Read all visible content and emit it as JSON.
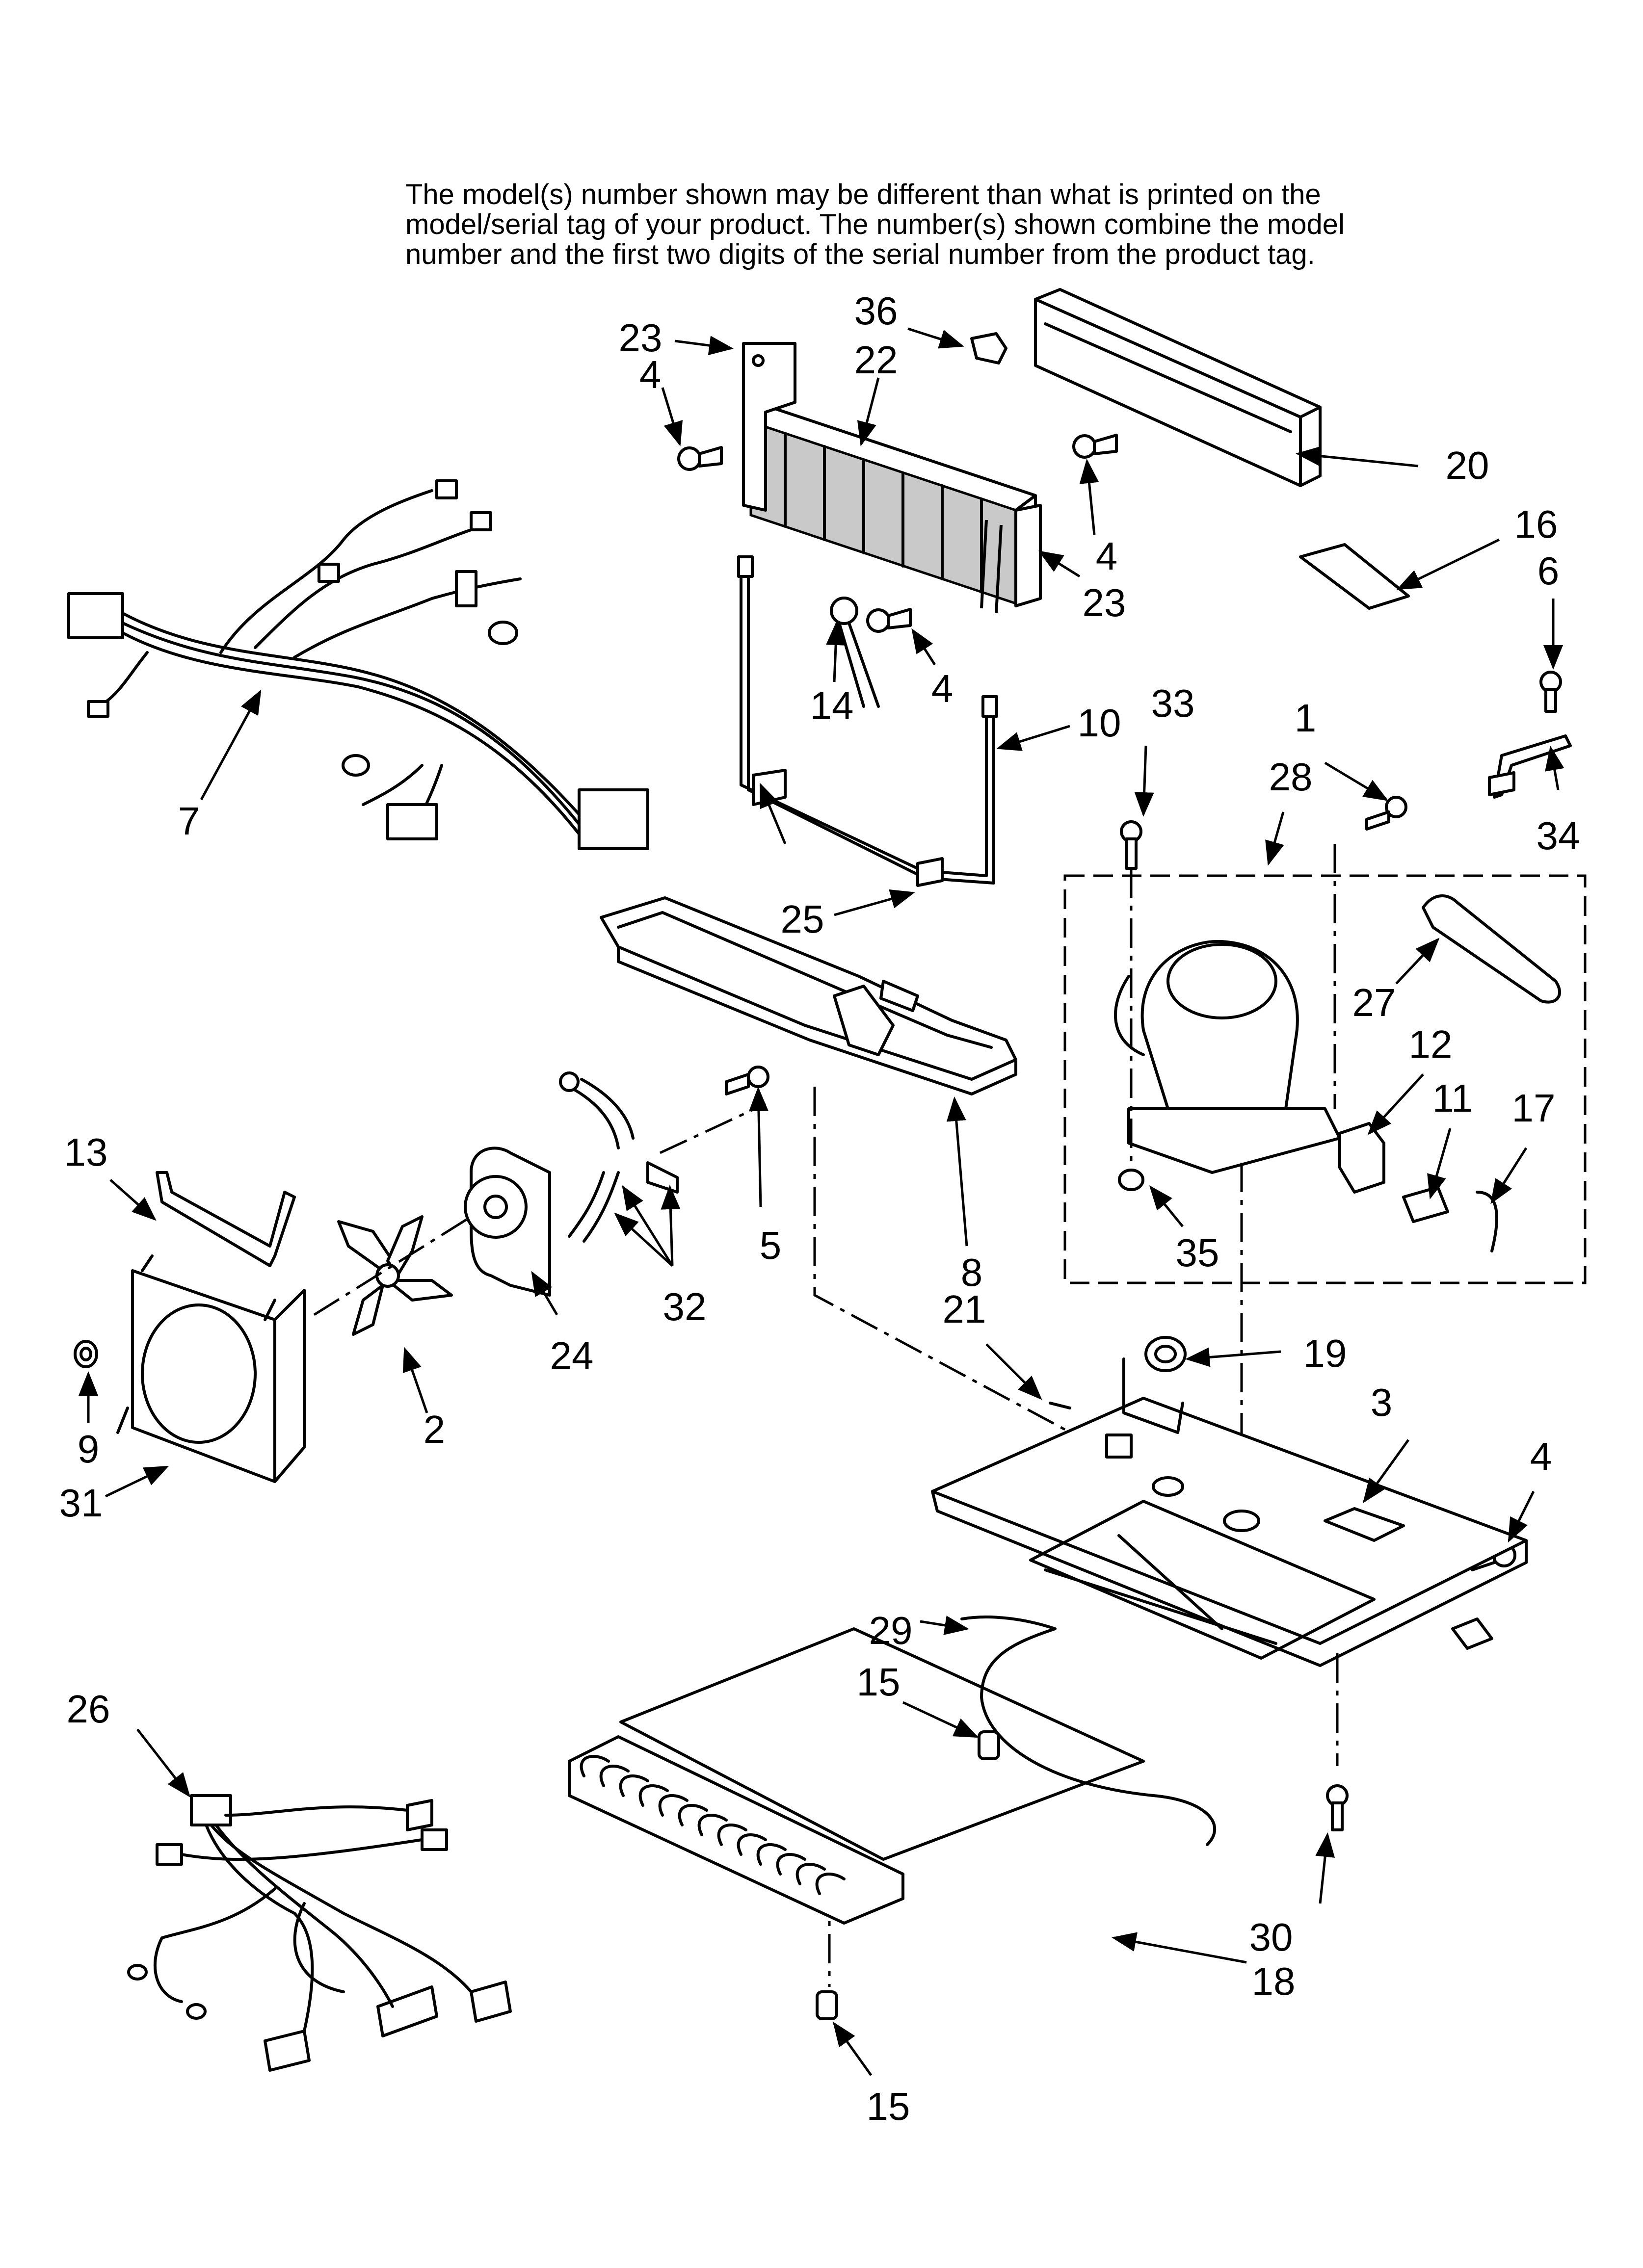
{
  "note": {
    "lines": [
      "The model(s) number shown may be different than what is printed on the",
      "model/serial tag of your product. The number(s) shown combine the model",
      "number and the first two digits of the serial number from the product tag."
    ]
  },
  "callouts": {
    "c1": "1",
    "c2": "2",
    "c3": "3",
    "c4a": "4",
    "c4b": "4",
    "c4c": "4",
    "c4d": "4",
    "c5": "5",
    "c6": "6",
    "c7": "7",
    "c8": "8",
    "c9": "9",
    "c10": "10",
    "c11": "11",
    "c12": "12",
    "c13": "13",
    "c14": "14",
    "c15a": "15",
    "c15b": "15",
    "c16": "16",
    "c17": "17",
    "c18": "18",
    "c19": "19",
    "c20": "20",
    "c21": "21",
    "c22": "22",
    "c23a": "23",
    "c23b": "23",
    "c24": "24",
    "c25": "25",
    "c26": "26",
    "c27": "27",
    "c28": "28",
    "c29": "29",
    "c30": "30",
    "c31": "31",
    "c32": "32",
    "c33": "33",
    "c34": "34",
    "c35": "35",
    "c36": "36"
  }
}
